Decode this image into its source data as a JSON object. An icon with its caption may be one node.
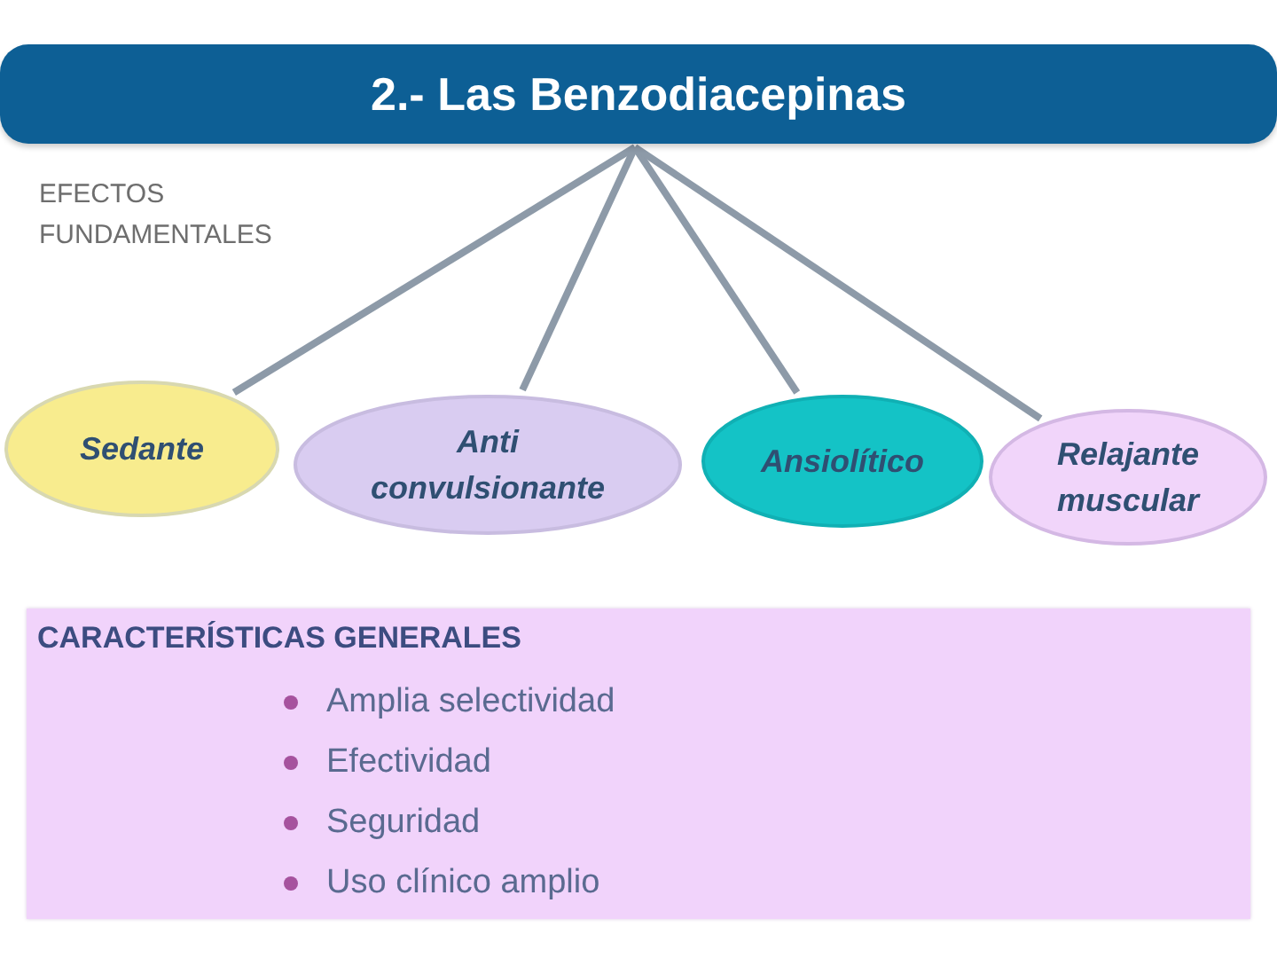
{
  "diagram": {
    "nodes": [
      {
        "text": [
          "2.- Las Benzodiacepinas"
        ]
      },
      {
        "text": [
          "Sedante"
        ]
      },
      {
        "text": [
          "Anti convulsionante"
        ]
      },
      {
        "text": [
          "Ansiolítico"
        ]
      },
      {
        "text": [
          "Relajante muscular"
        ]
      },
      {
        "text": [
          "CARACTERÍSTICAS GENERALES",
          "Amplia selectividad",
          "Efectividad",
          "Seguridad",
          "Uso clínico amplio"
        ]
      }
    ],
    "edges": [
      {
        "from": 0,
        "to": 1,
        "arrow": "none"
      },
      {
        "from": 0,
        "to": 2,
        "arrow": "none"
      },
      {
        "from": 0,
        "to": 3,
        "arrow": "none"
      },
      {
        "from": 0,
        "to": 4,
        "arrow": "none"
      }
    ],
    "labels": [
      "EFECTOS FUNDAMENTALES"
    ]
  }
}
